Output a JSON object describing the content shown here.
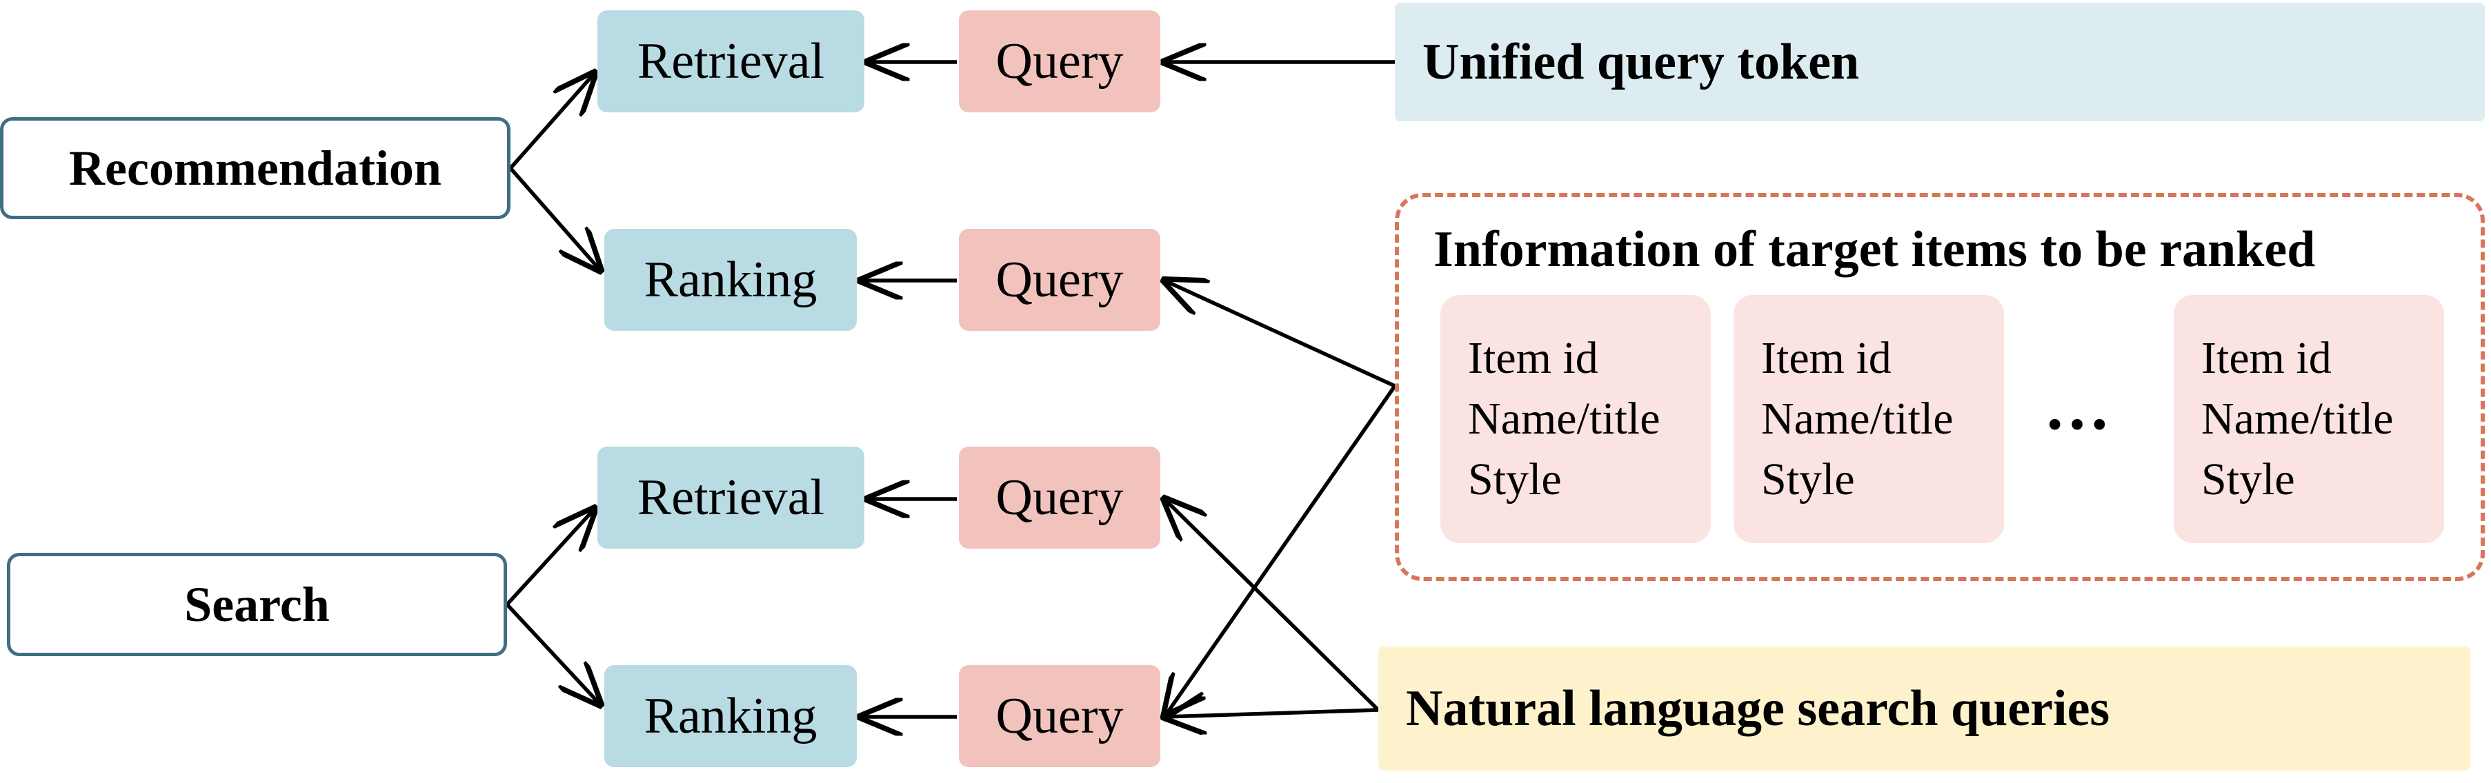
{
  "tasks": {
    "recommendation": "Recommendation",
    "search": "Search"
  },
  "stages": {
    "retrieval": "Retrieval",
    "ranking": "Ranking"
  },
  "query_label": "Query",
  "sources": {
    "unified": "Unified query token",
    "target_items": {
      "title": "Information of target items to be ranked",
      "item_fields": [
        "Item id",
        "Name/title",
        "Style"
      ],
      "ellipsis": "…"
    },
    "natural_language": "Natural language search queries"
  },
  "colors": {
    "task_border": "#3f6f80",
    "stage_fill": "#b9dbe3",
    "query_fill": "#f2c3bd",
    "unified_fill": "#dcecf1",
    "info_border": "#d9755a",
    "card_fill": "#fae3e1",
    "nl_fill": "#fdf2cc"
  }
}
